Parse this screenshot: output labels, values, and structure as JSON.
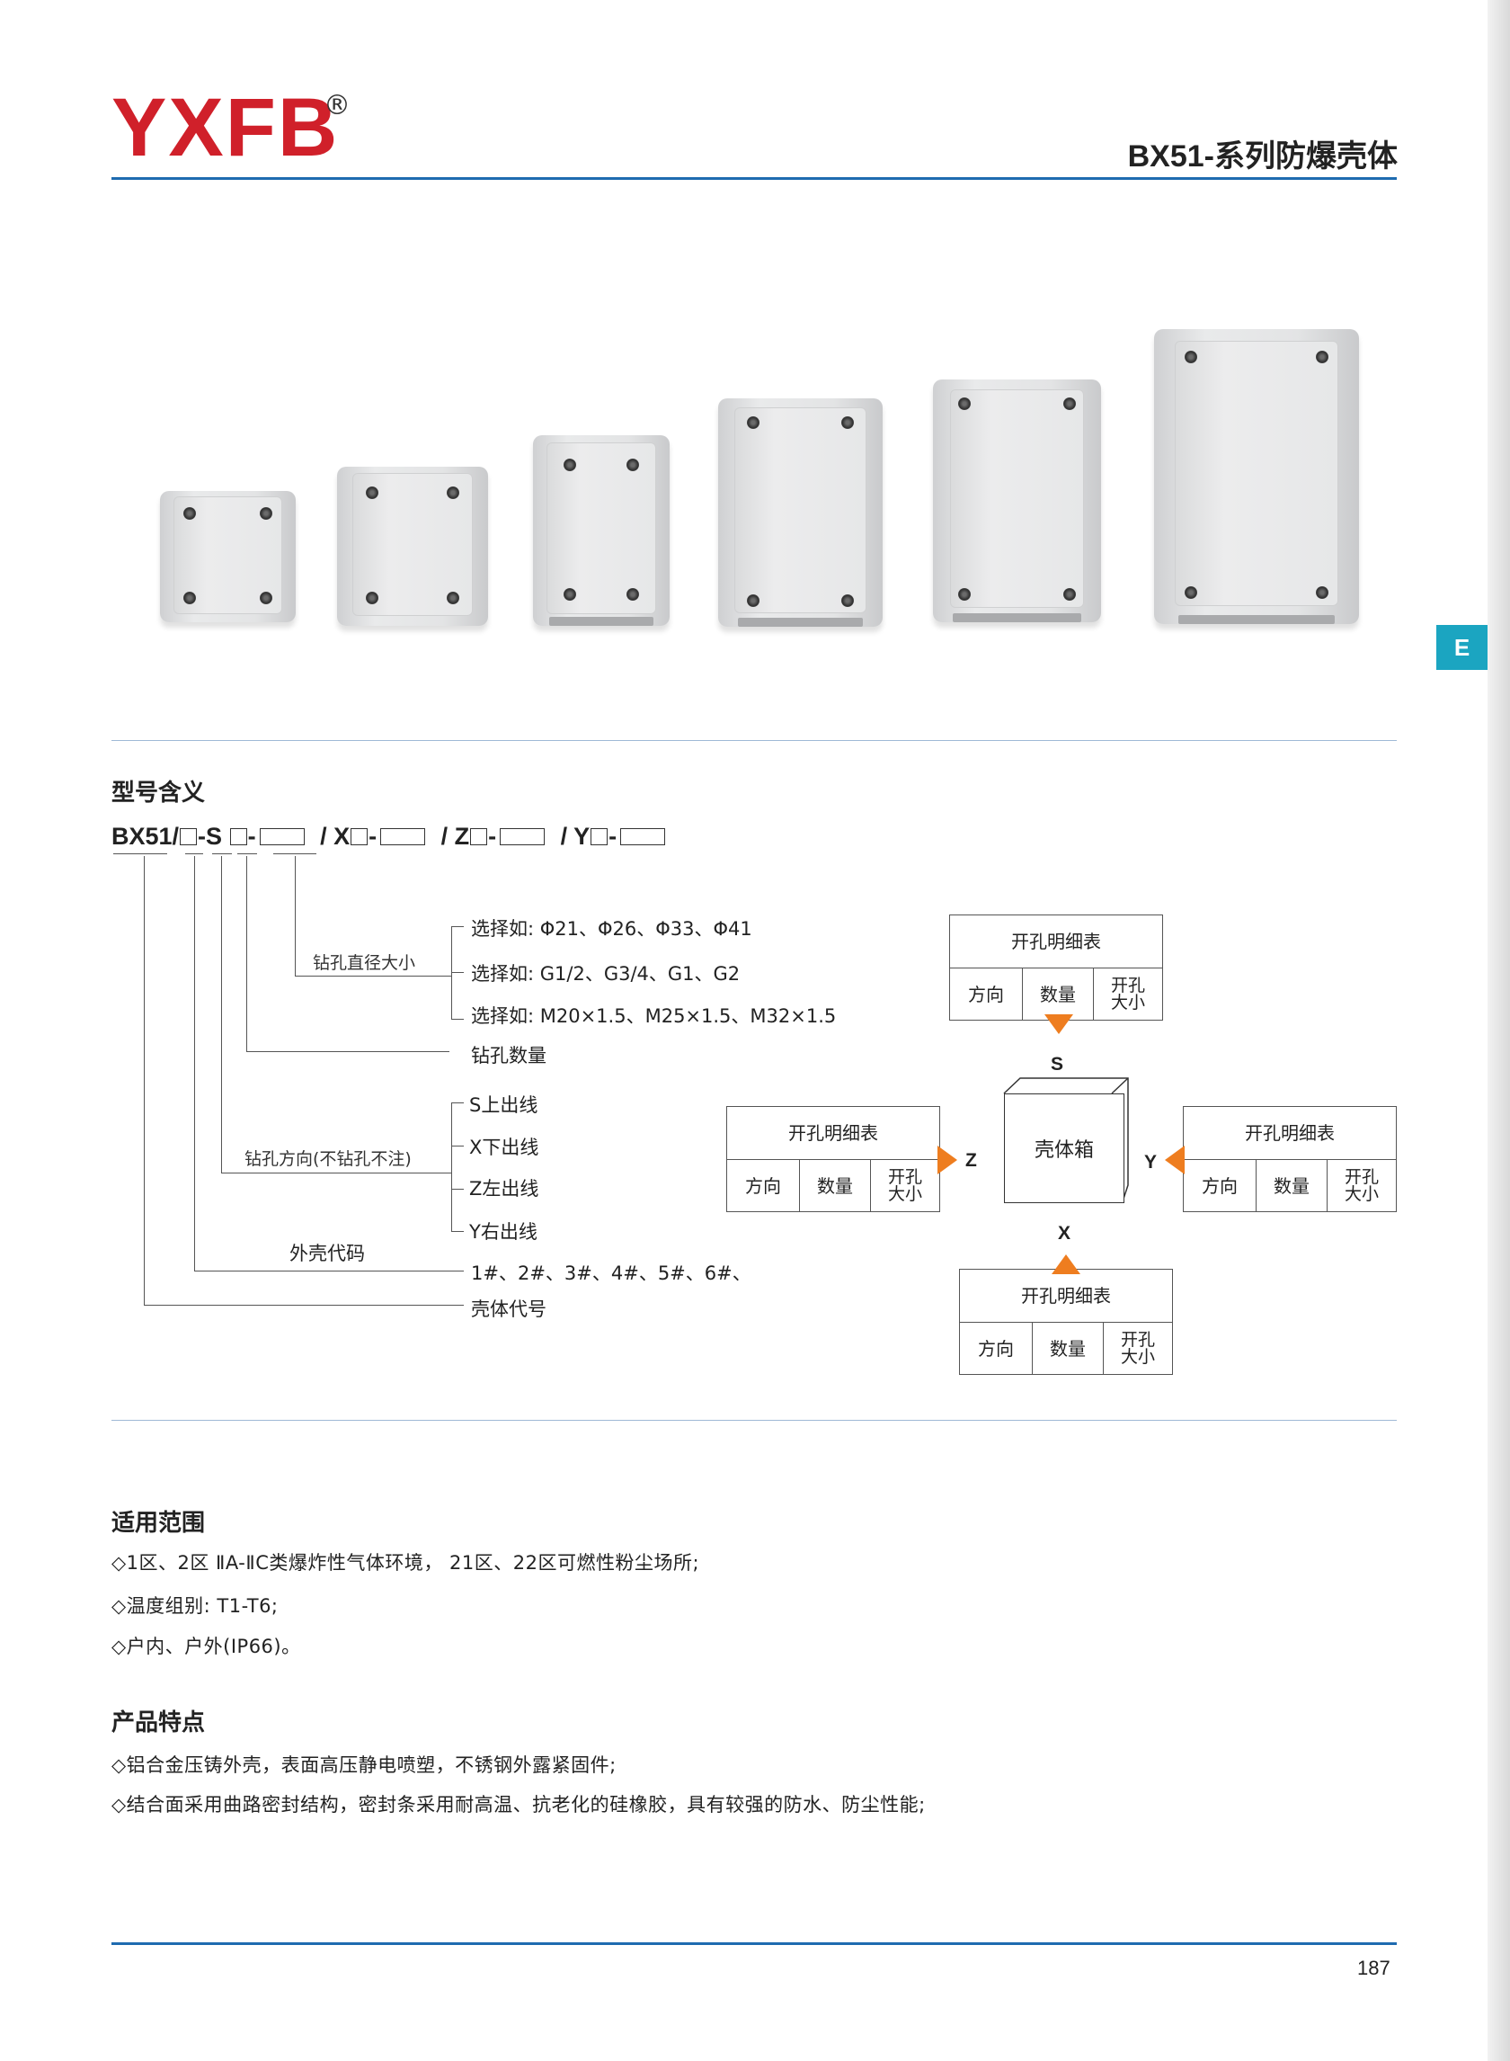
{
  "header": {
    "logo": "YXFB",
    "registered": "®",
    "series_title": "BX51-系列防爆壳体",
    "side_tab": "E"
  },
  "model_meaning": {
    "title": "型号含义",
    "code": {
      "p1": "BX51/",
      "p2": "-S ",
      "p3": "-",
      "p4": " / X",
      "p5": "-",
      "p6": " / Z",
      "p7": "-",
      "p8": " / Y",
      "p9": "-"
    },
    "labels": {
      "hole_diameter": "钻孔直径大小",
      "option1": "选择如: Φ21、Φ26、Φ33、Φ41",
      "option2": "选择如: G1/2、G3/4、G1、G2",
      "option3": "选择如: M20×1.5、M25×1.5、M32×1.5",
      "hole_count": "钻孔数量",
      "hole_direction": "钻孔方向(不钻孔不注)",
      "dir_s": "S上出线",
      "dir_x": "X下出线",
      "dir_z": "Z左出线",
      "dir_y": "Y右出线",
      "shell_code": "外壳代码",
      "shell_numbers": "1#、2#、3#、4#、5#、6#、",
      "body_code": "壳体代号"
    }
  },
  "hole_tables": {
    "header": "开孔明细表",
    "col_direction": "方向",
    "col_count": "数量",
    "col_size": "开孔\n大小"
  },
  "cube": {
    "label": "壳体箱",
    "axis_s": "S",
    "axis_x": "X",
    "axis_z": "Z",
    "axis_y": "Y"
  },
  "colors": {
    "logo_red": "#d0202a",
    "accent_blue": "#1e6bb0",
    "tab_cyan": "#1ba5c1",
    "arrow_orange": "#ee7d1f"
  },
  "application": {
    "title": "适用范围",
    "items": [
      "◇1区、2区 ⅡA-ⅡC类爆炸性气体环境，     21区、22区可燃性粉尘场所;",
      "◇温度组别: T1-T6;",
      "◇户内、户外(IP66)。"
    ]
  },
  "features": {
    "title": "产品特点",
    "items": [
      "◇铝合金压铸外壳，表面高压静电喷塑，不锈钢外露紧固件;",
      "◇结合面采用曲路密封结构，密封条采用耐高温、抗老化的硅橡胶，具有较强的防水、防尘性能;"
    ]
  },
  "footer": {
    "page_number": "187"
  }
}
